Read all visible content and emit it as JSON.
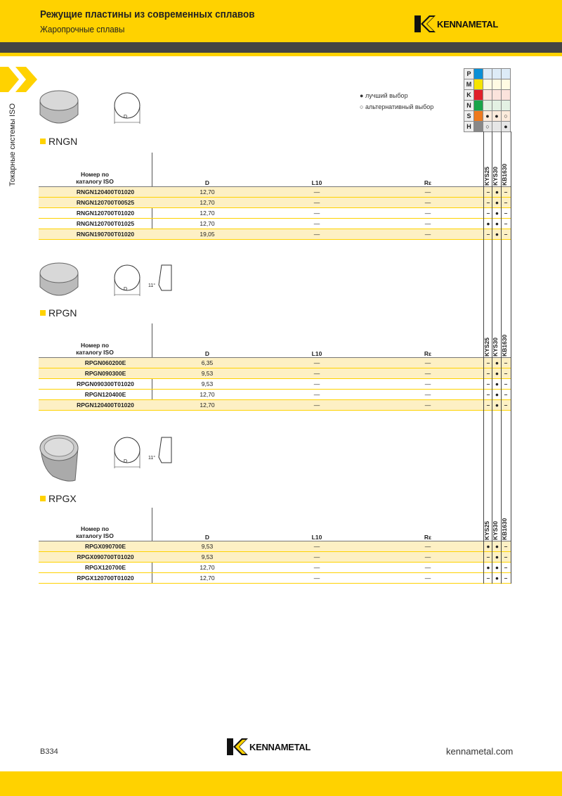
{
  "header": {
    "title": "Режущие пластины из современных сплавов",
    "subtitle": "Жаропрочные сплавы",
    "logo": "KENNAMETAL"
  },
  "side_tab": "Токарные системы ISO",
  "legend": {
    "best": "лучший выбор",
    "alt": "альтернативный выбор",
    "materials": [
      {
        "l": "P",
        "color": "#0A8FD6",
        "tint": "#DDEBF7",
        "marks": [
          "",
          "",
          ""
        ]
      },
      {
        "l": "M",
        "color": "#F5E400",
        "tint": "#FFFBE3",
        "marks": [
          "",
          "",
          ""
        ]
      },
      {
        "l": "K",
        "color": "#E0202A",
        "tint": "#FBE3DC",
        "marks": [
          "",
          "",
          ""
        ]
      },
      {
        "l": "N",
        "color": "#19A54A",
        "tint": "#E3F1E3",
        "marks": [
          "",
          "",
          ""
        ]
      },
      {
        "l": "S",
        "color": "#EE7A1E",
        "tint": "#FCEBDC",
        "marks": [
          "●",
          "●",
          "○"
        ]
      },
      {
        "l": "H",
        "color": "#888888",
        "tint": "#E6E6E6",
        "marks": [
          "○",
          "",
          "●"
        ]
      }
    ]
  },
  "columns": {
    "part": "Номер по",
    "part2": "каталогу ISO",
    "d": "D",
    "l10": "L10",
    "re": "Rε",
    "grades": [
      "KYS25",
      "KYS30",
      "KB1630"
    ]
  },
  "sections": [
    {
      "name": "RNGN",
      "dim": "D",
      "angle": "",
      "rows": [
        [
          "RNGN120400T01020",
          "12,70",
          "—",
          "—",
          "–",
          "●",
          "–"
        ],
        [
          "RNGN120700T00525",
          "12,70",
          "—",
          "—",
          "–",
          "●",
          "–"
        ],
        [
          "RNGN120700T01020",
          "12,70",
          "—",
          "—",
          "–",
          "●",
          "–"
        ],
        [
          "RNGN120700T01025",
          "12,70",
          "—",
          "—",
          "●",
          "●",
          "–"
        ],
        [
          "RNGN190700T01020",
          "19,05",
          "—",
          "—",
          "–",
          "●",
          "–"
        ]
      ]
    },
    {
      "name": "RPGN",
      "dim": "D",
      "angle": "11°",
      "rows": [
        [
          "RPGN060200E",
          "6,35",
          "—",
          "—",
          "–",
          "●",
          "–"
        ],
        [
          "RPGN090300E",
          "9,53",
          "—",
          "—",
          "–",
          "●",
          "–"
        ],
        [
          "RPGN090300T01020",
          "9,53",
          "—",
          "—",
          "–",
          "●",
          "–"
        ],
        [
          "RPGN120400E",
          "12,70",
          "—",
          "—",
          "–",
          "●",
          "–"
        ],
        [
          "RPGN120400T01020",
          "12,70",
          "—",
          "—",
          "–",
          "●",
          "–"
        ]
      ]
    },
    {
      "name": "RPGX",
      "dim": "D",
      "angle": "11°",
      "rows": [
        [
          "RPGX090700E",
          "9,53",
          "—",
          "—",
          "●",
          "●",
          "–"
        ],
        [
          "RPGX090700T01020",
          "9,53",
          "—",
          "—",
          "–",
          "●",
          "–"
        ],
        [
          "RPGX120700E",
          "12,70",
          "—",
          "—",
          "●",
          "●",
          "–"
        ],
        [
          "RPGX120700T01020",
          "12,70",
          "—",
          "—",
          "–",
          "●",
          "–"
        ]
      ]
    }
  ],
  "footer": {
    "page": "B334",
    "url": "kennametal.com",
    "logo": "KENNAMETAL"
  }
}
